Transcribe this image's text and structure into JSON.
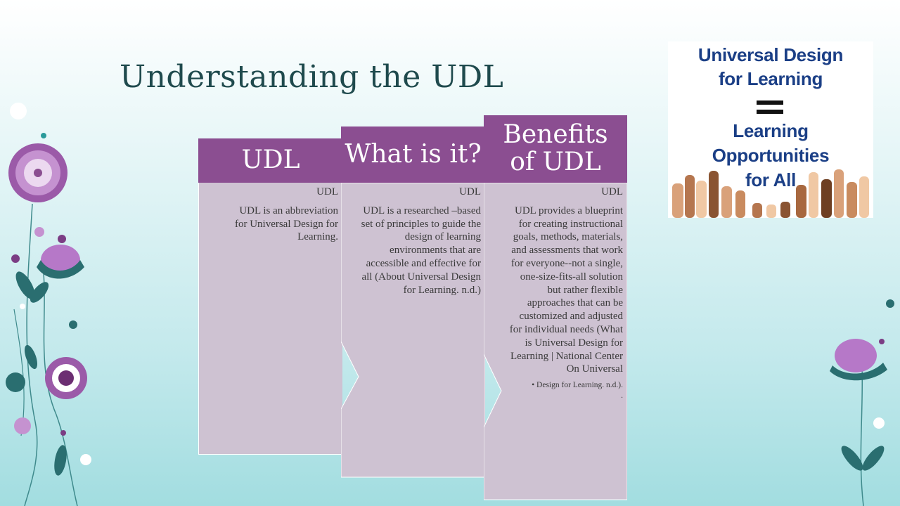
{
  "slide": {
    "title": "Understanding the UDL"
  },
  "columns": [
    {
      "header": "UDL",
      "label": "UDL",
      "text": "UDL is an abbreviation for Universal Design for Learning."
    },
    {
      "header": "What is it?",
      "label": "UDL",
      "text": "UDL is a researched –based set of principles to guide the design of learning environments that are accessible and effective for all (About Universal Design for Learning. n.d.)"
    },
    {
      "header": "Benefits of UDL",
      "label": "UDL",
      "text": "UDL provides a blueprint for creating instructional goals, methods, materials, and assessments that work for everyone--not a single, one-size-fits-all solution but rather flexible approaches that can be customized and adjusted for individual needs (What is Universal Design for Learning | National Center On Universal",
      "note": "Design for Learning. n.d.).",
      "trailing": "."
    }
  ],
  "image": {
    "line1": "Universal Design",
    "line2": "for Learning",
    "line3": "Learning",
    "line4": "Opportunities",
    "line5": "for All"
  },
  "colors": {
    "header_purple": "#8b4e91",
    "body_lilac": "#cec2d2",
    "title_teal": "#1f4a4d",
    "image_text_blue": "#1b3f86",
    "flower_purple": "#a86fc0",
    "leaf_teal": "#2a6e70"
  }
}
